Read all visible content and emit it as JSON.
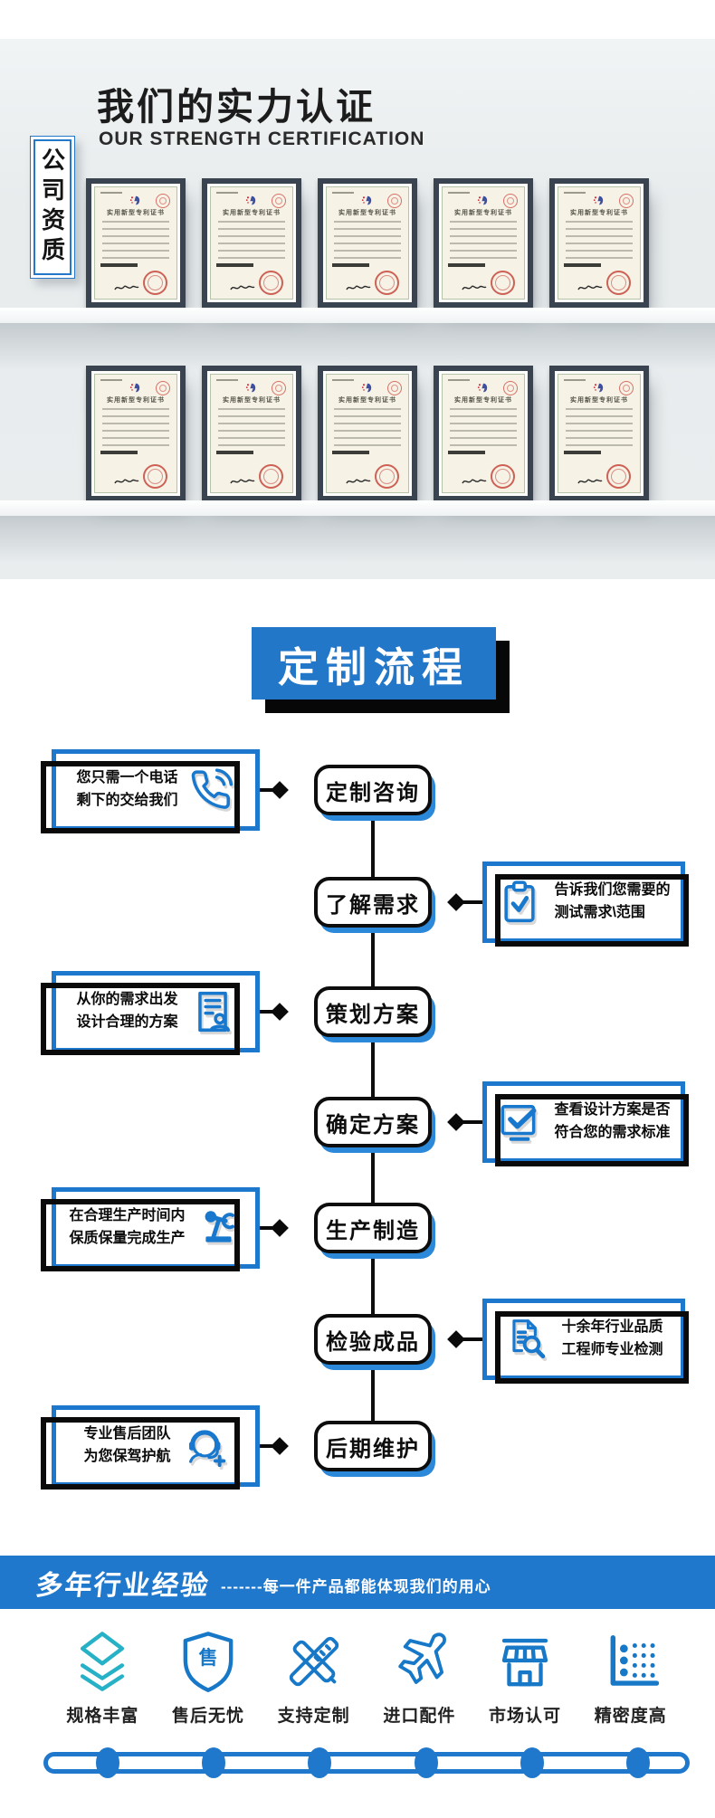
{
  "hero": {
    "tab": "公司资质",
    "title": "我们的实力认证",
    "subtitle": "OUR STRENGTH CERTIFICATION",
    "certificate_title": "实用新型专利证书",
    "certificates_per_shelf": 5
  },
  "flow": {
    "title": "定制流程",
    "steps": [
      {
        "label": "定制咨询",
        "side": "left",
        "icon": "phone-icon",
        "note_line1": "您只需一个电话",
        "note_line2": "剩下的交给我们"
      },
      {
        "label": "了解需求",
        "side": "right",
        "icon": "clipboard-check-icon",
        "note_line1": "告诉我们您需要的",
        "note_line2": "测试需求\\范围"
      },
      {
        "label": "策划方案",
        "side": "left",
        "icon": "document-user-icon",
        "note_line1": "从你的需求出发",
        "note_line2": "设计合理的方案"
      },
      {
        "label": "确定方案",
        "side": "right",
        "icon": "checkbox-icon",
        "note_line1": "查看设计方案是否",
        "note_line2": "符合您的需求标准"
      },
      {
        "label": "生产制造",
        "side": "left",
        "icon": "robot-arm-icon",
        "note_line1": "在合理生产时间内",
        "note_line2": "保质保量完成生产"
      },
      {
        "label": "检验成品",
        "side": "right",
        "icon": "document-search-icon",
        "note_line1": "十余年行业品质",
        "note_line2": "工程师专业检测"
      },
      {
        "label": "后期维护",
        "side": "left",
        "icon": "headset-user-icon",
        "note_line1": "专业售后团队",
        "note_line2": "为您保驾护航"
      }
    ]
  },
  "banner": {
    "title": "多年行业经验",
    "subtitle": "-------每一件产品都能体现我们的用心"
  },
  "features": {
    "items": [
      {
        "label": "规格丰富",
        "icon": "layers-icon"
      },
      {
        "label": "售后无忧",
        "icon": "shield-icon",
        "glyph": "售"
      },
      {
        "label": "支持定制",
        "icon": "tools-icon"
      },
      {
        "label": "进口配件",
        "icon": "plane-icon"
      },
      {
        "label": "市场认可",
        "icon": "storefront-icon"
      },
      {
        "label": "精密度高",
        "icon": "precision-chart-icon"
      }
    ]
  },
  "colors": {
    "accent_blue": "#1f78cc",
    "flow_shadow_blue": "#2c88d9",
    "teal_icon": "#27b1c6",
    "icon_blue": "#1878c8",
    "black": "#0d0d0d",
    "wall_gray": "#e9edee",
    "cert_frame": "#3a4350",
    "cert_paper": "#f6f2e6",
    "seal_red": "#c33c32"
  }
}
